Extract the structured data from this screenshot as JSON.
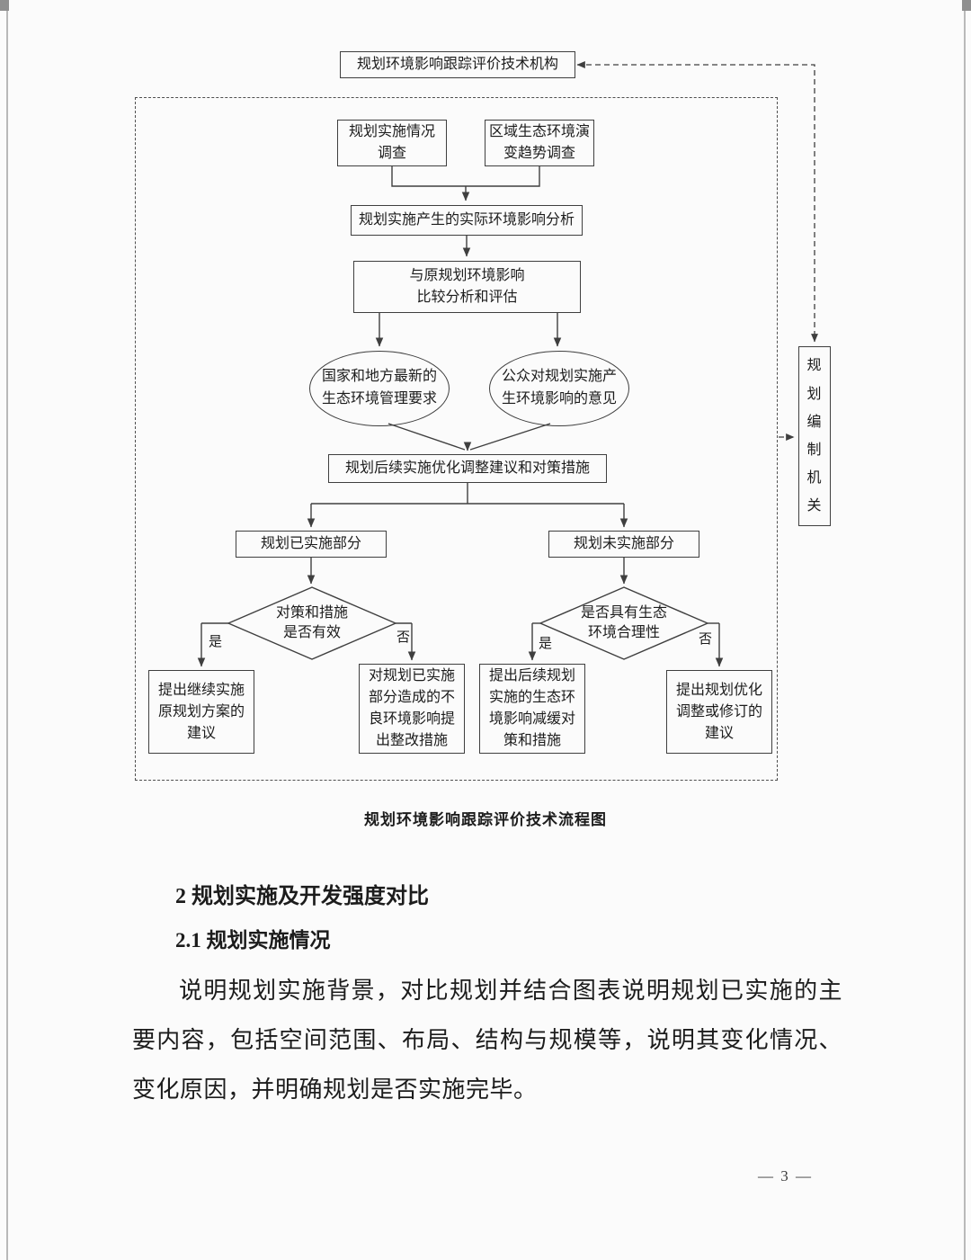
{
  "document": {
    "caption": "规划环境影响跟踪评价技术流程图",
    "section_heading": "2 规划实施及开发强度对比",
    "subsection_heading": "2.1 规划实施情况",
    "paragraph": "说明规划实施背景，对比规划并结合图表说明规划已实施的主要内容，包括空间范围、布局、结构与规模等，说明其变化情况、变化原因，并明确规划是否实施完毕。",
    "page_number": "— 3 —"
  },
  "flowchart": {
    "top_institution": "规划环境影响跟踪评价技术机构",
    "authority_vertical": "规\n划\n编\n制\n机\n关",
    "nodes": {
      "survey_implementation": "规划实施情况\n调查",
      "survey_ecology": "区域生态环境演\n变趋势调查",
      "impact_analysis": "规划实施产生的实际环境影响分析",
      "compare_evaluate": "与原规划环境影响\n比较分析和评估",
      "national_requirements": "国家和地方最新的\n生态环境管理要求",
      "public_opinions": "公众对规划实施产\n生环境影响的意见",
      "optimization_suggestions": "规划后续实施优化调整建议和对策措施",
      "implemented_part": "规划已实施部分",
      "not_implemented_part": "规划未实施部分",
      "decision_effective": "对策和措施\n是否有效",
      "decision_eco_rational": "是否具有生态\n环境合理性",
      "continue_original": "提出继续实施\n原规划方案的\n建议",
      "rectification": "对规划已实施\n部分造成的不\n良环境影响提\n出整改措施",
      "mitigation": "提出后续规划\n实施的生态环\n境影响减缓对\n策和措施",
      "revision_suggestion": "提出规划优化\n调整或修订的\n建议"
    },
    "labels": {
      "yes": "是",
      "no": "否"
    },
    "line_color": "#3f3f3f"
  }
}
